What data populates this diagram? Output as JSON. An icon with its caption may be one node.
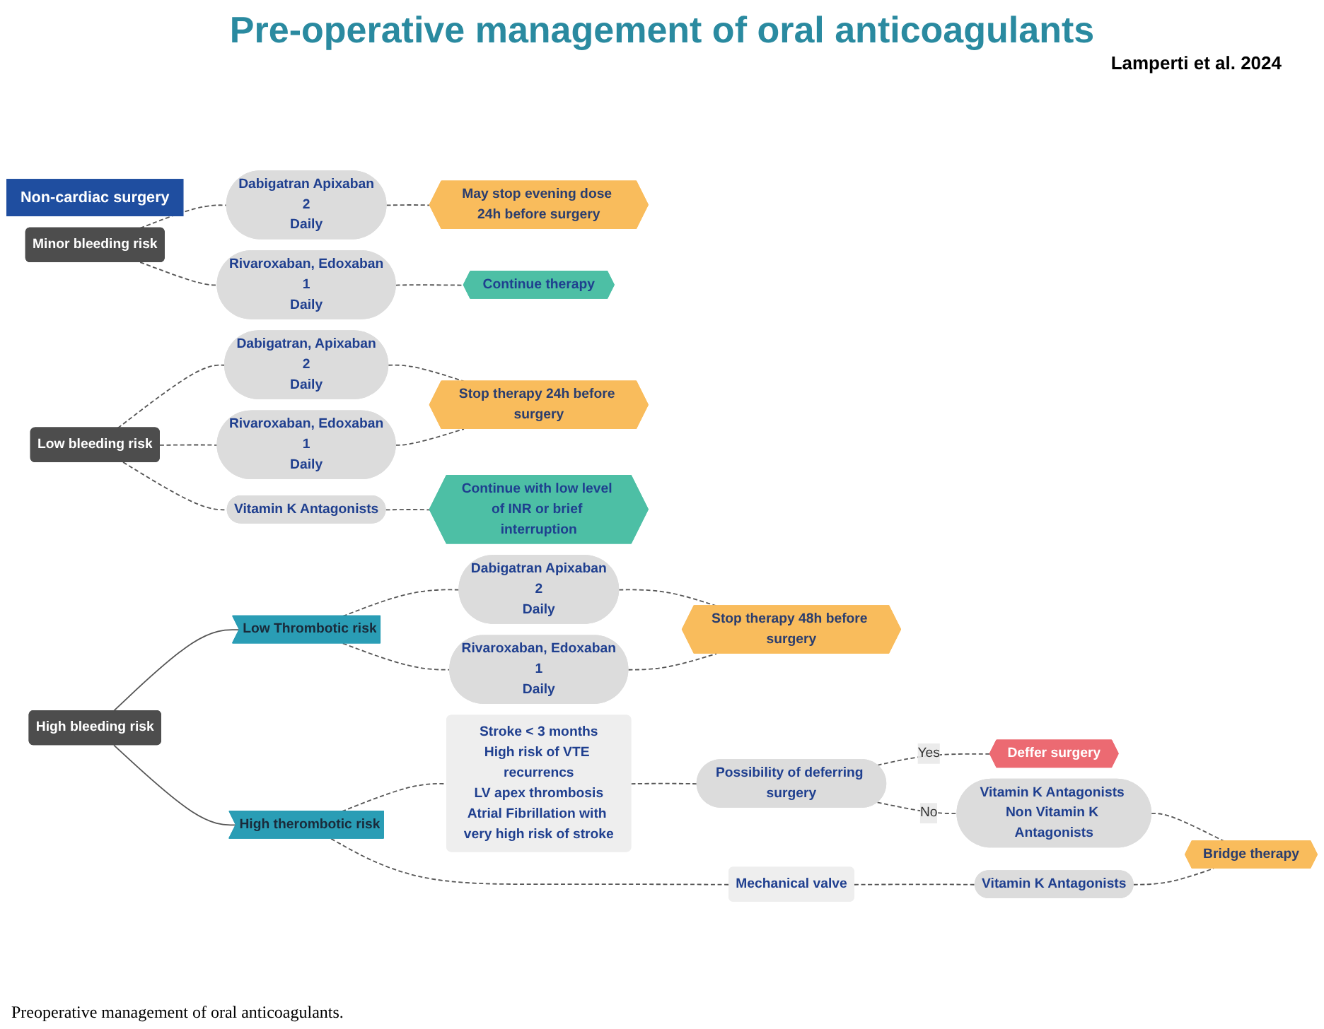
{
  "diagram": {
    "title": "Pre-operative management of oral anticoagulants",
    "caption": "Preoperative management of oral anticoagulants.",
    "labels": [
      "Lamperti et al. 2024"
    ],
    "nodes": [
      {
        "text": [
          "Non-cardiac surgery"
        ]
      },
      {
        "text": [
          "Minor bleeding risk"
        ]
      },
      {
        "text": [
          "Dabigatran Apixaban",
          "2",
          "Daily"
        ]
      },
      {
        "text": [
          "Rivaroxaban, Edoxaban",
          "1",
          "Daily"
        ]
      },
      {
        "text": [
          "May stop evening dose 24h before surgery"
        ]
      },
      {
        "text": [
          "Continue therapy"
        ]
      },
      {
        "text": [
          "Low bleeding risk"
        ]
      },
      {
        "text": [
          "Dabigatran, Apixaban",
          "2",
          "Daily"
        ]
      },
      {
        "text": [
          "Rivaroxaban, Edoxaban",
          "1",
          "Daily"
        ]
      },
      {
        "text": [
          "Vitamin K Antagonists"
        ]
      },
      {
        "text": [
          "Stop therapy 24h before surgery"
        ]
      },
      {
        "text": [
          "Continue with low level of INR or brief interruption"
        ]
      },
      {
        "text": [
          "High bleeding risk"
        ]
      },
      {
        "text": [
          "Low Thrombotic risk"
        ]
      },
      {
        "text": [
          "Dabigatran Apixaban",
          "2",
          "Daily"
        ]
      },
      {
        "text": [
          "Rivaroxaban, Edoxaban",
          "1",
          "Daily"
        ]
      },
      {
        "text": [
          "Stop therapy 48h before surgery"
        ]
      },
      {
        "text": [
          "High therombotic risk"
        ]
      },
      {
        "text": [
          "Stroke < 3 months",
          "High risk of VTE recurrencs",
          "LV apex thrombosis",
          "Atrial Fibrillation with very high risk of stroke"
        ]
      },
      {
        "text": [
          "Mechanical valve"
        ]
      },
      {
        "text": [
          "Possibility of deferring surgery"
        ]
      },
      {
        "text": [
          "Deffer surgery"
        ]
      },
      {
        "text": [
          "Vitamin K Antagonists Non Vitamin K Antagonists"
        ]
      },
      {
        "text": [
          "Vitamin K Antagonists"
        ]
      },
      {
        "text": [
          "Bridge therapy"
        ]
      }
    ],
    "edges": [
      {
        "from": 1,
        "to": 2,
        "arrow": "none",
        "style": "dashed"
      },
      {
        "from": 1,
        "to": 3,
        "arrow": "none",
        "style": "dashed"
      },
      {
        "from": 2,
        "to": 4,
        "arrow": "none",
        "style": "dashed"
      },
      {
        "from": 3,
        "to": 5,
        "arrow": "none",
        "style": "dashed"
      },
      {
        "from": 6,
        "to": 7,
        "arrow": "none",
        "style": "dashed"
      },
      {
        "from": 6,
        "to": 8,
        "arrow": "none",
        "style": "dashed"
      },
      {
        "from": 6,
        "to": 9,
        "arrow": "none",
        "style": "dashed"
      },
      {
        "from": 7,
        "to": 10,
        "arrow": "none",
        "style": "dashed"
      },
      {
        "from": 8,
        "to": 10,
        "arrow": "none",
        "style": "dashed"
      },
      {
        "from": 9,
        "to": 11,
        "arrow": "none",
        "style": "dashed"
      },
      {
        "from": 12,
        "to": 13,
        "arrow": "none"
      },
      {
        "from": 13,
        "to": 14,
        "arrow": "none",
        "style": "dashed"
      },
      {
        "from": 13,
        "to": 15,
        "arrow": "none",
        "style": "dashed"
      },
      {
        "from": 14,
        "to": 16,
        "arrow": "none",
        "style": "dashed"
      },
      {
        "from": 15,
        "to": 16,
        "arrow": "none",
        "style": "dashed"
      },
      {
        "from": 12,
        "to": 17,
        "arrow": "none"
      },
      {
        "from": 17,
        "to": 18,
        "arrow": "none",
        "style": "dashed"
      },
      {
        "from": 17,
        "to": 19,
        "arrow": "none",
        "style": "dashed"
      },
      {
        "from": 18,
        "to": 20,
        "arrow": "none",
        "style": "dashed"
      },
      {
        "from": 20,
        "to": 21,
        "arrow": "none",
        "label": "Yes",
        "style": "dashed"
      },
      {
        "from": 20,
        "to": 22,
        "arrow": "none",
        "label": "No",
        "style": "dashed"
      },
      {
        "from": 19,
        "to": 23,
        "arrow": "none",
        "style": "dashed"
      },
      {
        "from": 22,
        "to": 24,
        "arrow": "none",
        "style": "dashed"
      },
      {
        "from": 23,
        "to": 24,
        "arrow": "none",
        "style": "dashed"
      }
    ]
  }
}
